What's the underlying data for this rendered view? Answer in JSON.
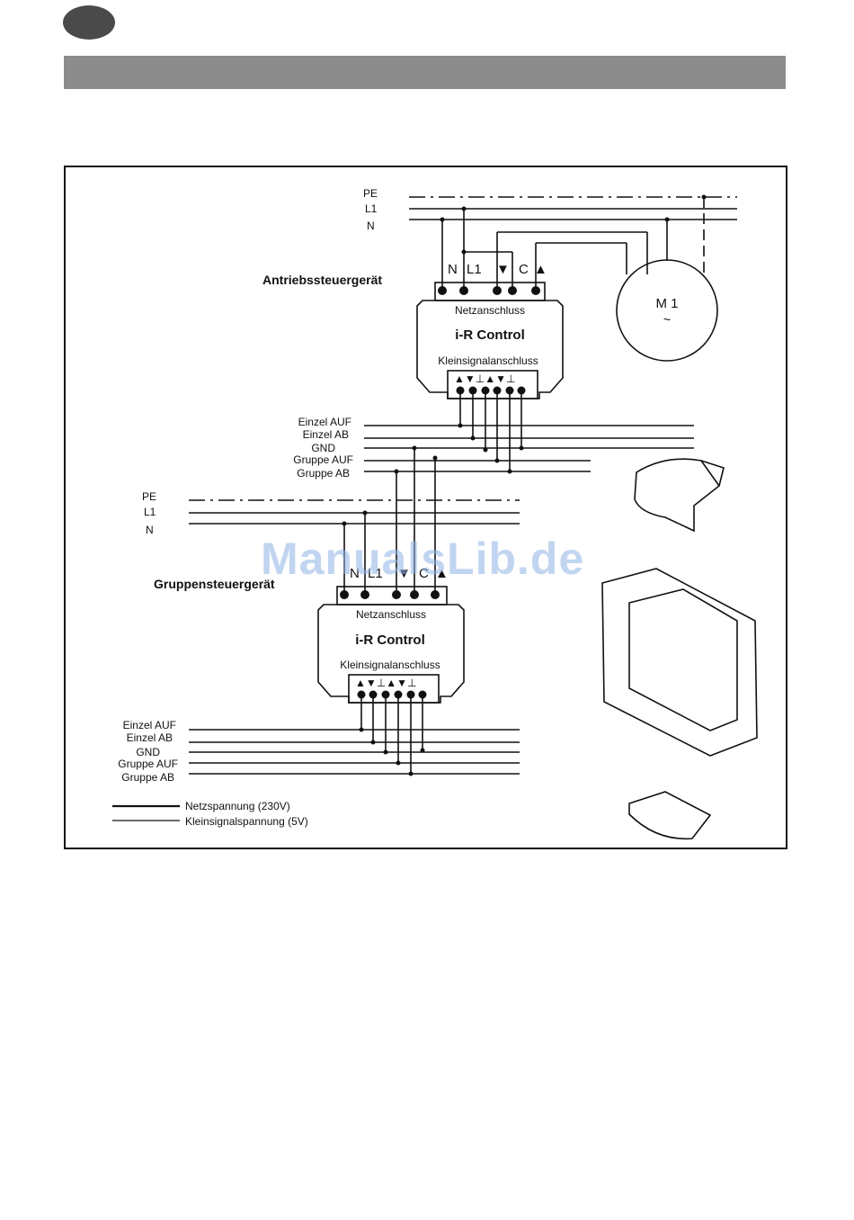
{
  "watermark": "ManualsLib.de",
  "bus_left": {
    "pe": "PE",
    "l1": "L1",
    "n": "N"
  },
  "bus_right": {
    "pe": "PE",
    "l1": "L1",
    "n": "N"
  },
  "device1": {
    "role": "Antriebssteuergerät",
    "title": "i-R Control",
    "top_label": "Netzanschluss",
    "bottom_label": "Kleinsignalanschluss",
    "terminals_top": [
      "N",
      "L1",
      "▼",
      "C",
      "▲"
    ],
    "terminals_bottom": "▲▼⊥▲▼⊥"
  },
  "device2": {
    "role": "Gruppensteuergerät",
    "title": "i-R Control",
    "top_label": "Netzanschluss",
    "bottom_label": "Kleinsignalanschluss",
    "terminals_top": [
      "N",
      "L1",
      "▼",
      "C",
      "▲"
    ],
    "terminals_bottom": "▲▼⊥▲▼⊥"
  },
  "motor": {
    "label": "M 1",
    "symbol": "~"
  },
  "signal_lines_1": [
    "Einzel AUF",
    "Einzel AB",
    "GND",
    "Gruppe AUF",
    "Gruppe AB"
  ],
  "signal_lines_2": [
    "Einzel AUF",
    "Einzel AB",
    "GND",
    "Gruppe AUF",
    "Gruppe AB"
  ],
  "legend": {
    "mains": "Netzspannung (230V)",
    "signal": "Kleinsignalspannung (5V)"
  },
  "colors": {
    "header_bar": "#8c8c8c",
    "badge": "#4a4a4a",
    "watermark": "#8fb4e6"
  }
}
